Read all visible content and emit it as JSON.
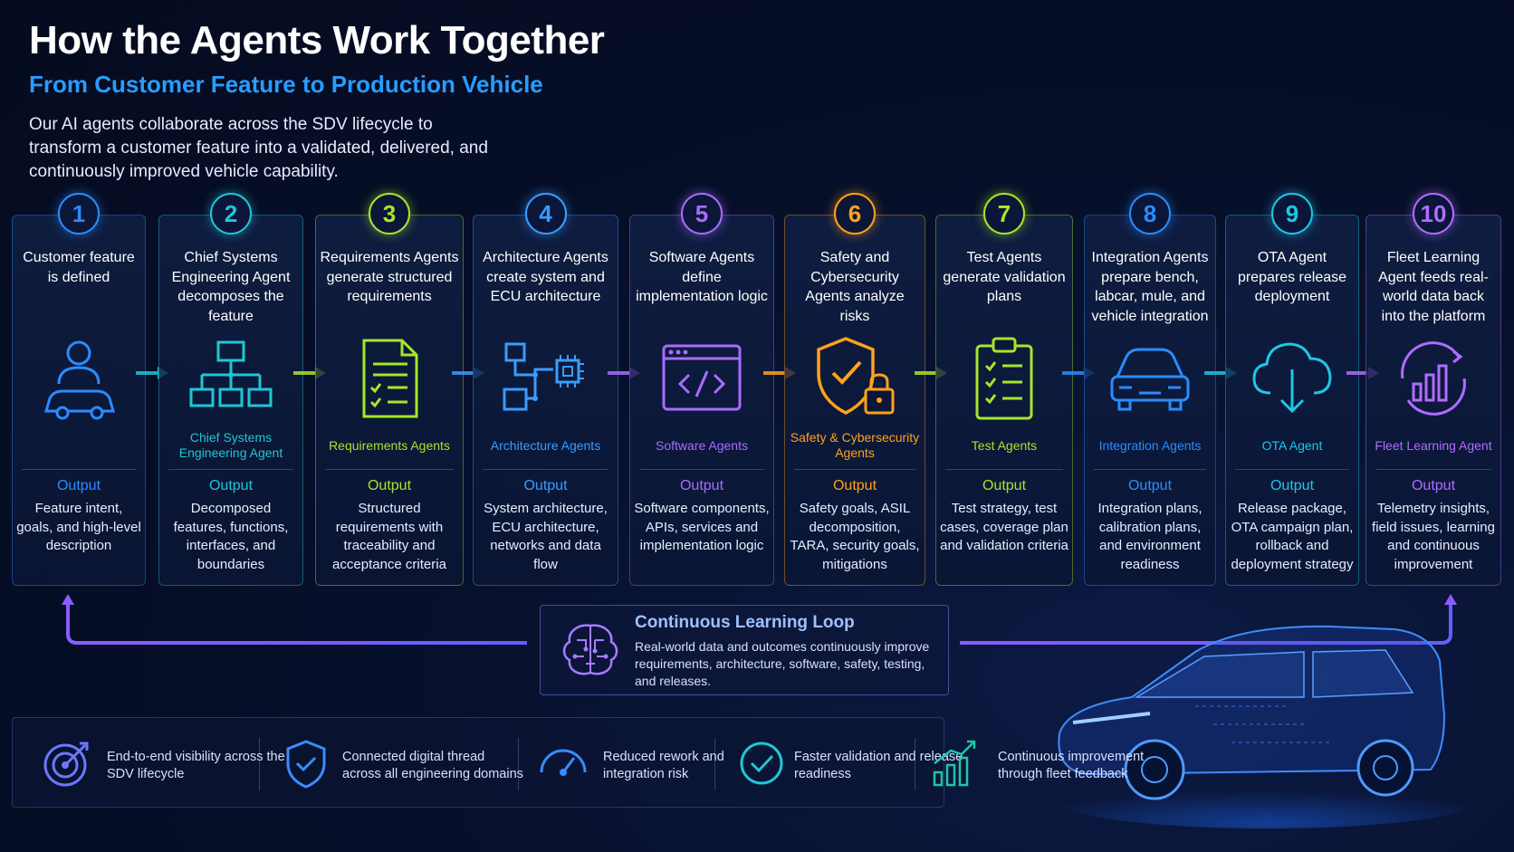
{
  "header": {
    "title": "How the Agents Work Together",
    "subtitle": "From Customer Feature to Production Vehicle",
    "intro": "Our AI agents collaborate across the SDV lifecycle to transform a customer feature into a validated, delivered, and continuously improved vehicle capability."
  },
  "output_label": "Output",
  "steps": [
    {
      "number": "1",
      "title": "Customer feature is defined",
      "agent": "",
      "output": "Feature intent, goals, and high-level description",
      "color": "#2a8cff",
      "icon": "customer-car-icon"
    },
    {
      "number": "2",
      "title": "Chief Systems Engineering Agent decomposes the feature",
      "agent": "Chief Systems Engineering Agent",
      "output": "Decomposed features, functions, interfaces, and boundaries",
      "color": "#1fc6d6",
      "icon": "hierarchy-icon"
    },
    {
      "number": "3",
      "title": "Requirements Agents generate structured requirements",
      "agent": "Requirements Agents",
      "output": "Structured requirements with traceability and acceptance criteria",
      "color": "#a6e62a",
      "icon": "document-checklist-icon"
    },
    {
      "number": "4",
      "title": "Architecture Agents create system and ECU architecture",
      "agent": "Architecture Agents",
      "output": "System architecture, ECU architecture, networks and data flow",
      "color": "#3a9cff",
      "icon": "architecture-chip-icon"
    },
    {
      "number": "5",
      "title": "Software Agents define implementation logic",
      "agent": "Software Agents",
      "output": "Software components, APIs, services and implementation logic",
      "color": "#a86cff",
      "icon": "code-window-icon"
    },
    {
      "number": "6",
      "title": "Safety and Cybersecurity Agents analyze risks",
      "agent": "Safety & Cybersecurity Agents",
      "output": "Safety goals, ASIL decomposition, TARA, security goals, mitigations",
      "color": "#ffa21a",
      "icon": "shield-lock-icon"
    },
    {
      "number": "7",
      "title": "Test Agents generate validation plans",
      "agent": "Test Agents",
      "output": "Test strategy, test cases, coverage plan and validation criteria",
      "color": "#a6e62a",
      "icon": "clipboard-checklist-icon"
    },
    {
      "number": "8",
      "title": "Integration Agents prepare bench, labcar, mule, and vehicle integration",
      "agent": "Integration Agents",
      "output": "Integration plans, calibration plans, and environment readiness",
      "color": "#2a8cff",
      "icon": "car-front-icon"
    },
    {
      "number": "9",
      "title": "OTA Agent prepares release deployment",
      "agent": "OTA Agent",
      "output": "Release package, OTA campaign plan, rollback and deployment strategy",
      "color": "#1fc6e6",
      "icon": "cloud-download-icon"
    },
    {
      "number": "10",
      "title": "Fleet Learning Agent feeds real-world data back into the platform",
      "agent": "Fleet Learning Agent",
      "output": "Telemetry insights, field issues, learning and continuous improvement",
      "color": "#b06cff",
      "icon": "growth-chart-icon"
    }
  ],
  "loop": {
    "title": "Continuous Learning Loop",
    "text": "Real-world data and outcomes continuously improve requirements, architecture, software, safety, testing, and releases.",
    "icon": "brain-circuit-icon"
  },
  "benefits": [
    {
      "text": "End-to-end visibility across the SDV lifecycle",
      "icon": "target-icon"
    },
    {
      "text": "Connected digital thread across all engineering domains",
      "icon": "shield-check-icon"
    },
    {
      "text": "Reduced rework and integration risk",
      "icon": "gauge-icon"
    },
    {
      "text": "Faster validation and release readiness",
      "icon": "check-circle-icon"
    },
    {
      "text": "Continuous improvement through fleet feedback",
      "icon": "bar-growth-icon"
    }
  ],
  "vehicle_image": "wireframe-suv-icon"
}
